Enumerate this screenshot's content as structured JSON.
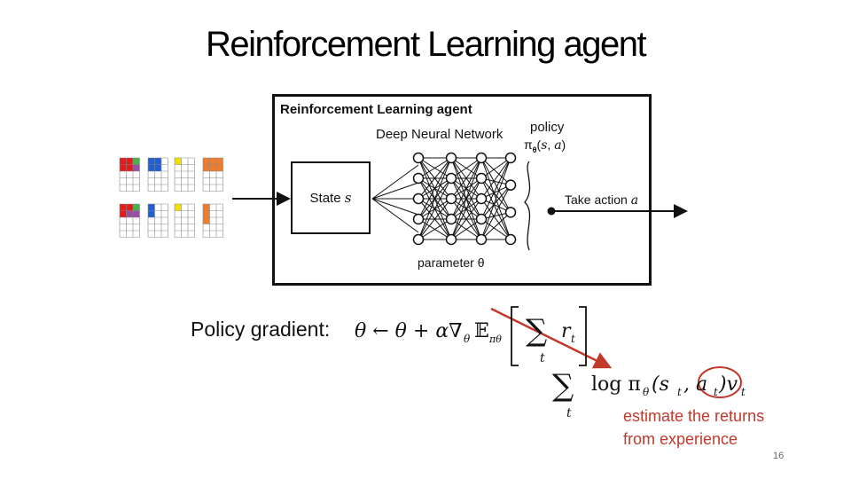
{
  "title": "Reinforcement Learning agent",
  "agent_box": {
    "label": "Reinforcement Learning agent",
    "network_label": "Deep Neural Network",
    "policy_label": "policy",
    "policy_pi": "π",
    "policy_sub": "θ",
    "policy_open": "(",
    "policy_s": "s",
    "policy_comma": ", ",
    "policy_a": "a",
    "policy_close": ")",
    "state_word": "State ",
    "state_var": "s",
    "action_word": "Take action ",
    "action_var": "a",
    "parameter_label": "parameter θ"
  },
  "network": {
    "layers": [
      5,
      5,
      5,
      4
    ]
  },
  "formula": {
    "label": "Policy gradient:",
    "lhs": "θ ← θ + α∇",
    "grad_sub": "θ",
    "expect": "𝔼",
    "expect_sub": "πθ",
    "sum_sym": "∑",
    "sum_index": "t",
    "reward": "r",
    "reward_sub": "t",
    "log": "log π",
    "log_sub": "θ",
    "args": "(s",
    "args_s_sub": "t",
    "args_mid": ", a",
    "args_a_sub": "t",
    "args_close": ")v",
    "v_sub": "t"
  },
  "annotation": {
    "line1": "estimate the returns",
    "line2": "from experience",
    "color": "#c0392b"
  },
  "page_number": "16"
}
